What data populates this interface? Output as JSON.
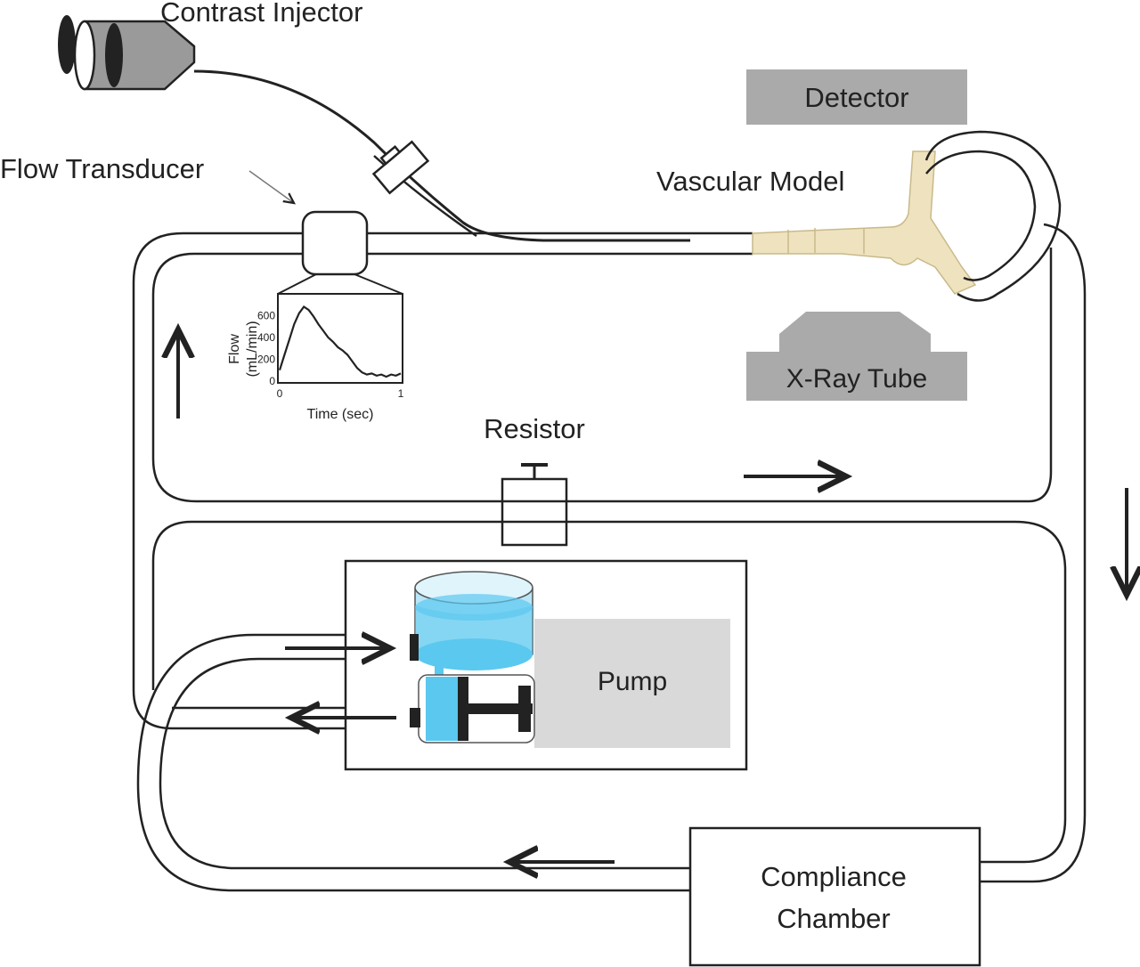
{
  "labels": {
    "contrast_injector": "Contrast Injector",
    "flow_transducer": "Flow Transducer",
    "vascular_model": "Vascular Model",
    "detector": "Detector",
    "xray_tube": "X-Ray Tube",
    "resistor": "Resistor",
    "pump": "Pump",
    "compliance_line1": "Compliance",
    "compliance_line2": "Chamber"
  },
  "colors": {
    "line": "#222222",
    "gray_box": "#aaaaaa",
    "pump_box": "#d9d9d9",
    "water": "#5bc8f0",
    "water_light": "#b8e6f7",
    "vessel": "#e8d9a8"
  },
  "chart_data": {
    "type": "line",
    "xlabel": "Time (sec)",
    "ylabel": "Flow (mL/min)",
    "xlim": [
      0,
      1
    ],
    "ylim": [
      0,
      700
    ],
    "xticks": [
      "0",
      "1"
    ],
    "yticks": [
      "0",
      "200",
      "400",
      "600"
    ],
    "x": [
      0,
      0.04,
      0.08,
      0.12,
      0.16,
      0.2,
      0.24,
      0.28,
      0.32,
      0.36,
      0.4,
      0.44,
      0.48,
      0.52,
      0.56,
      0.6,
      0.64,
      0.68,
      0.72,
      0.76,
      0.8,
      0.84,
      0.88,
      0.92,
      0.96,
      1
    ],
    "y": [
      100,
      240,
      380,
      520,
      620,
      680,
      650,
      590,
      520,
      460,
      400,
      360,
      310,
      280,
      240,
      180,
      120,
      80,
      60,
      70,
      50,
      60,
      40,
      60,
      50,
      70
    ]
  }
}
